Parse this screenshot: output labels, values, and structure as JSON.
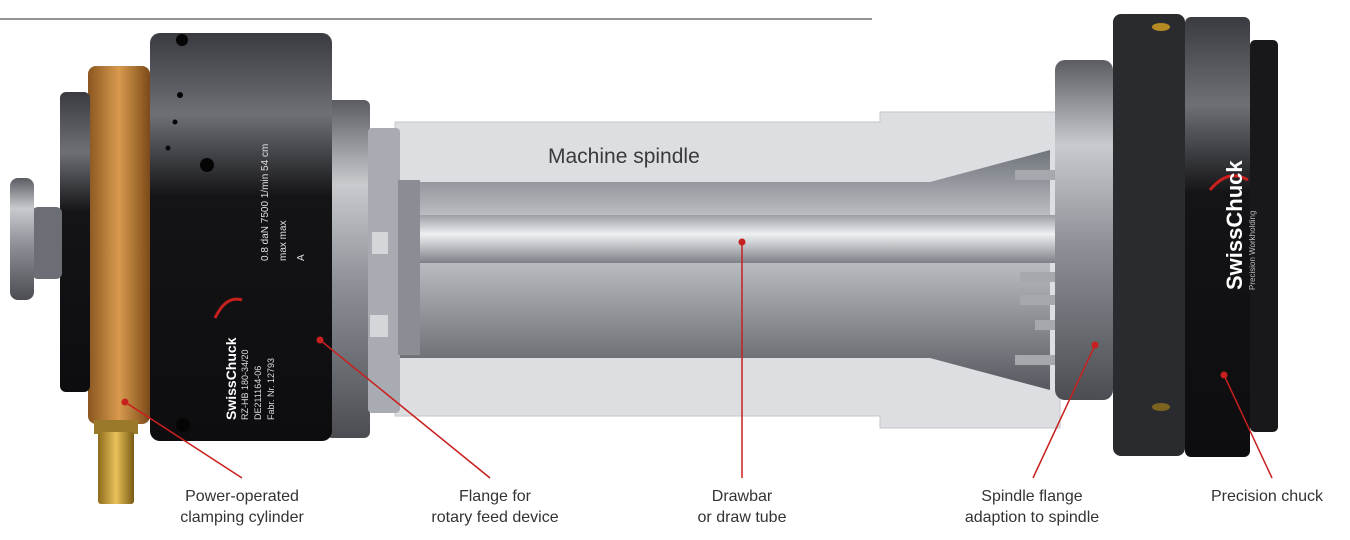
{
  "labels": {
    "machine_spindle": "Machine spindle",
    "cylinder": {
      "line1": "Power-operated",
      "line2": "clamping cylinder"
    },
    "flange": {
      "line1": "Flange for",
      "line2": "rotary feed device"
    },
    "drawbar": {
      "line1": "Drawbar",
      "line2": "or draw tube"
    },
    "spindle_flange": {
      "line1": "Spindle flange",
      "line2": "adaption to spindle"
    },
    "chuck": {
      "line1": "Precision chuck"
    }
  },
  "chuck_logo": {
    "brand": "SwissChuck",
    "tagline": "Precision Workholding"
  },
  "cylinder_marking": {
    "brand": "SwissChuck",
    "lines": [
      "RZ-HB 180-34/20",
      "DE211164-06",
      "Fabr. Nr. 12793"
    ],
    "specs": [
      "0.8 daN   7500 1/min   54 cm",
      "max      max",
      "A"
    ]
  },
  "colors": {
    "leader_line": "#c8201e",
    "bronze_ring": "#c9853a",
    "cylinder_body": "#1e1e22",
    "spindle_housing": "#dadce0",
    "drawbar": "#9fa3a8",
    "top_rule": "#555555"
  }
}
